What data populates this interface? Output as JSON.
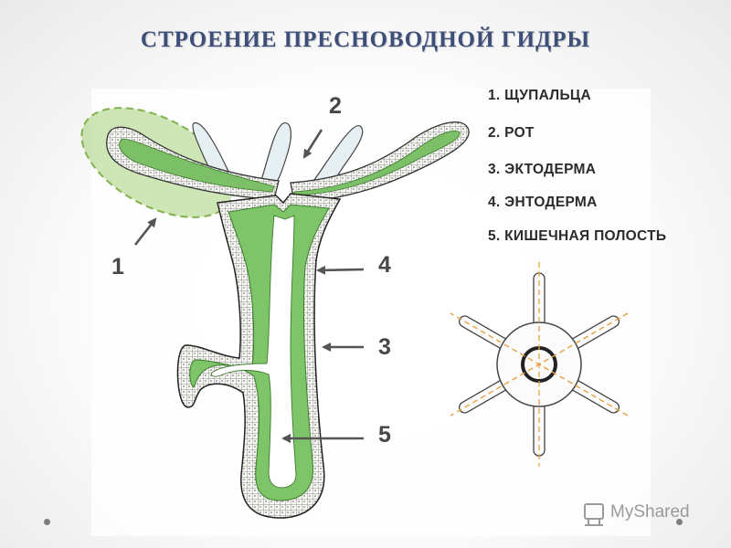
{
  "title": "СТРОЕНИЕ ПРЕСНОВОДНОЙ ГИДРЫ",
  "labels": {
    "n1": "1",
    "n2": "2",
    "n3": "3",
    "n4": "4",
    "n5": "5"
  },
  "legend": [
    "1. ЩУПАЛЬЦА",
    "2. РОТ",
    "3. ЭКТОДЕРМА",
    "4. ЭНТОДЕРМА",
    "5. КИШЕЧНАЯ ПОЛОСТЬ"
  ],
  "watermark": "MyShared",
  "colors": {
    "title": "#3d4f79",
    "endoderm": "#6fb85a",
    "highlight": "#9cc96b",
    "symmetry_axis": "#e8a341",
    "arrow": "#555555"
  }
}
